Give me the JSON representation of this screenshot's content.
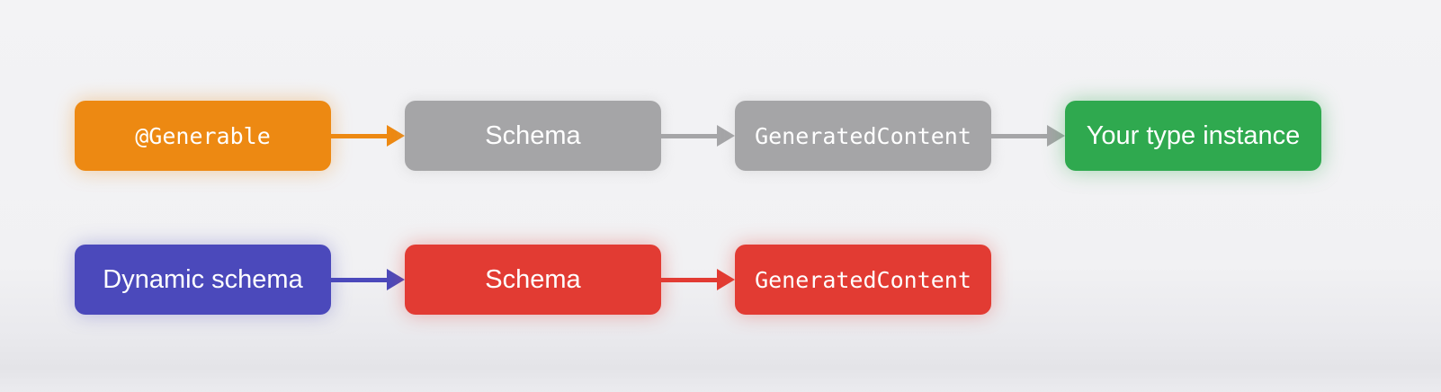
{
  "slide": {
    "background_base": "#F2F2F4",
    "background_bottom_band": "#E4E4E8",
    "node_text_color": "#FFFFFF"
  },
  "diagram": {
    "rows": [
      {
        "name": "generable-macro-flow",
        "nodes": [
          {
            "label": "@Generable",
            "color": "#ED8912",
            "text_style": "mono"
          },
          {
            "label": "Schema",
            "color": "#A5A5A7",
            "text_style": "sans"
          },
          {
            "label": "GeneratedContent",
            "color": "#A5A5A7",
            "text_style": "mono"
          },
          {
            "label": "Your type instance",
            "color": "#2FA94F",
            "text_style": "sans"
          }
        ],
        "arrows": [
          {
            "color": "#ED8912"
          },
          {
            "color": "#A5A5A7"
          },
          {
            "color": "#A5A5A7"
          }
        ]
      },
      {
        "name": "dynamic-schema-flow",
        "nodes": [
          {
            "label": "Dynamic schema",
            "color": "#4B49BB",
            "text_style": "sans"
          },
          {
            "label": "Schema",
            "color": "#E23B33",
            "text_style": "sans"
          },
          {
            "label": "GeneratedContent",
            "color": "#E23B33",
            "text_style": "mono"
          }
        ],
        "arrows": [
          {
            "color": "#4B49BB"
          },
          {
            "color": "#E23B33"
          }
        ]
      }
    ]
  }
}
